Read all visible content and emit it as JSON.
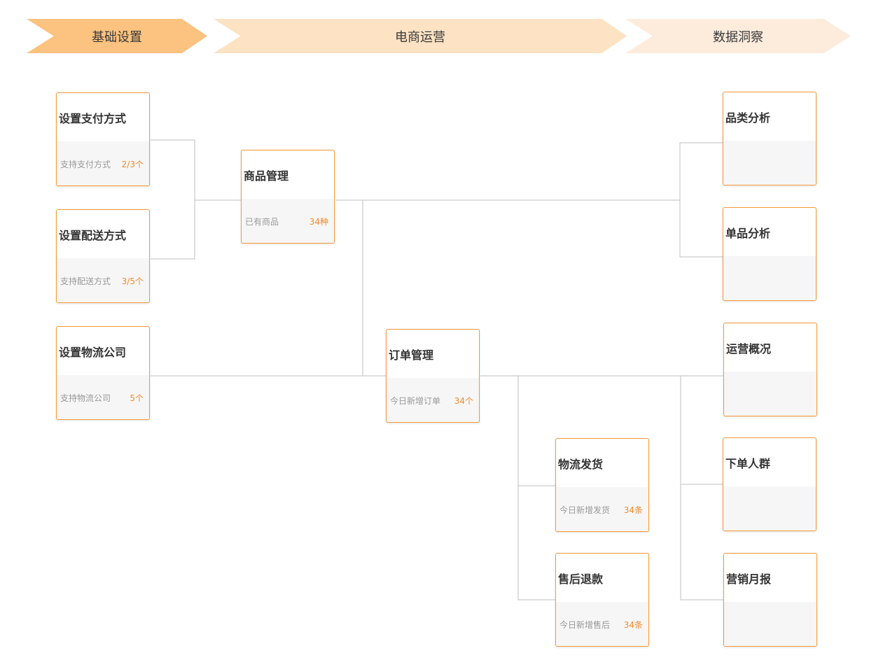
{
  "stages": [
    "基础设置",
    "电商运营",
    "数据洞察"
  ],
  "cards": {
    "pay": {
      "title": "设置支付方式",
      "sub": "支持支付方式",
      "val": "2/3个"
    },
    "ship": {
      "title": "设置配送方式",
      "sub": "支持配送方式",
      "val": "3/5个"
    },
    "logistics": {
      "title": "设置物流公司",
      "sub": "支持物流公司",
      "val": "5个"
    },
    "goods": {
      "title": "商品管理",
      "sub": "已有商品",
      "val": "34种"
    },
    "orders": {
      "title": "订单管理",
      "sub": "今日新增订单",
      "val": "34个"
    },
    "delivery": {
      "title": "物流发货",
      "sub": "今日新增发货",
      "val": "34条"
    },
    "refund": {
      "title": "售后退款",
      "sub": "今日新增售后",
      "val": "34条"
    },
    "category": {
      "title": "品类分析"
    },
    "single": {
      "title": "单品分析"
    },
    "overview": {
      "title": "运营概况"
    },
    "buyers": {
      "title": "下单人群"
    },
    "monthly": {
      "title": "营销月报"
    }
  },
  "colors": {
    "accent": "#f59a3a",
    "value": "#f08a2c",
    "stage1": "#fcc27f",
    "stage2": "#fde2c3",
    "stage3": "#fdebdc"
  }
}
